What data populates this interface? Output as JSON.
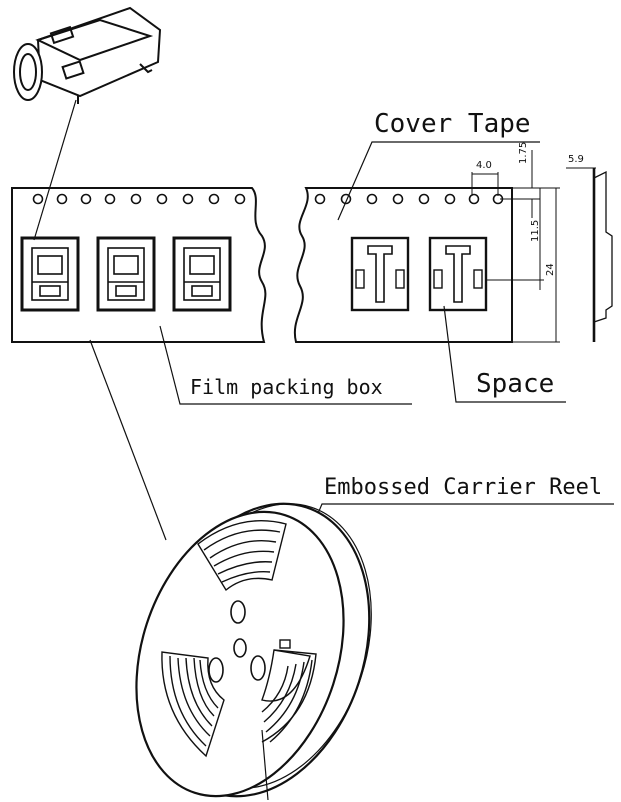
{
  "labels": {
    "cover_tape": "Cover Tape",
    "film_packing_box": "Film packing box",
    "space": "Space",
    "embossed_carrier_reel": "Embossed Carrier Reel"
  },
  "dimensions": {
    "pitch": "4.0",
    "hole_offset": "1.75",
    "hole_to_pocket": "11.5",
    "tape_width": "24",
    "thickness": "5.9"
  },
  "colors": {
    "line": "#111111",
    "background": "#ffffff"
  }
}
